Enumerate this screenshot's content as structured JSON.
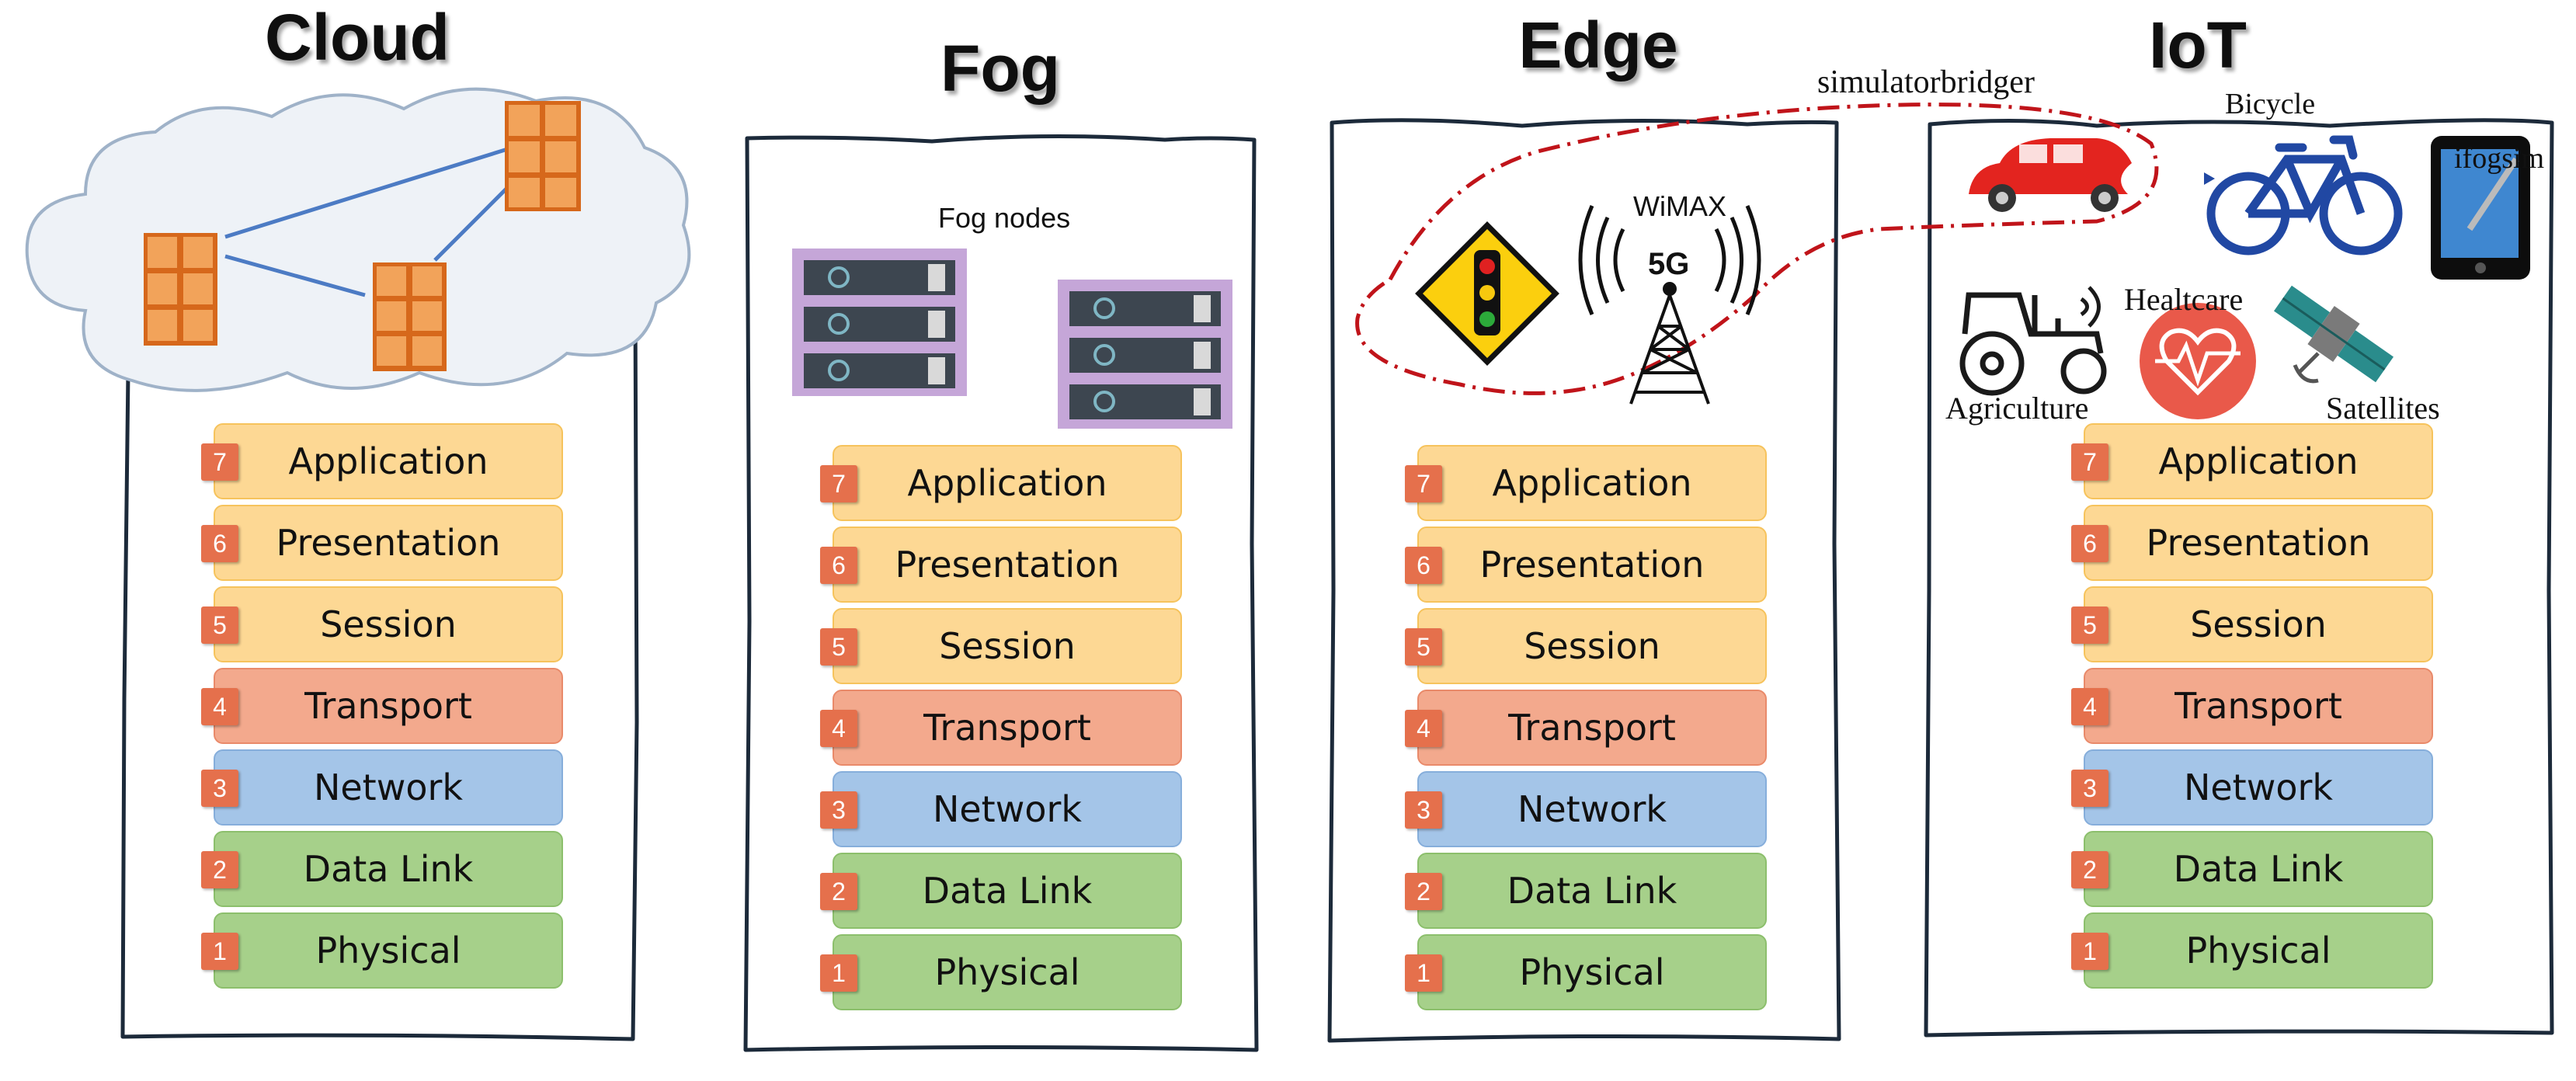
{
  "tiers": [
    {
      "id": "cloud",
      "title": "Cloud"
    },
    {
      "id": "fog",
      "title": "Fog"
    },
    {
      "id": "edge",
      "title": "Edge"
    },
    {
      "id": "iot",
      "title": "IoT"
    }
  ],
  "osi_layers": [
    {
      "number": "7",
      "name": "Application"
    },
    {
      "number": "6",
      "name": "Presentation"
    },
    {
      "number": "5",
      "name": "Session"
    },
    {
      "number": "4",
      "name": "Transport"
    },
    {
      "number": "3",
      "name": "Network"
    },
    {
      "number": "2",
      "name": "Data Link"
    },
    {
      "number": "1",
      "name": "Physical"
    }
  ],
  "labels": {
    "fog_nodes": "Fog nodes",
    "wimax": "WiMAX",
    "fiveg": "5G",
    "simulatorbridger": "simulatorbridger",
    "bicycle": "Bicycle",
    "ifogsim": "ifogsim",
    "healthcare": "Healtcare",
    "agriculture": "Agriculture",
    "satellites": "Satellites"
  },
  "colors": {
    "upper_layers": "#fdd894",
    "transport": "#f3a98d",
    "network": "#a4c5e8",
    "lower_layers": "#a6d08a",
    "badge": "#e5704c",
    "dashed_link": "#c0141a"
  }
}
